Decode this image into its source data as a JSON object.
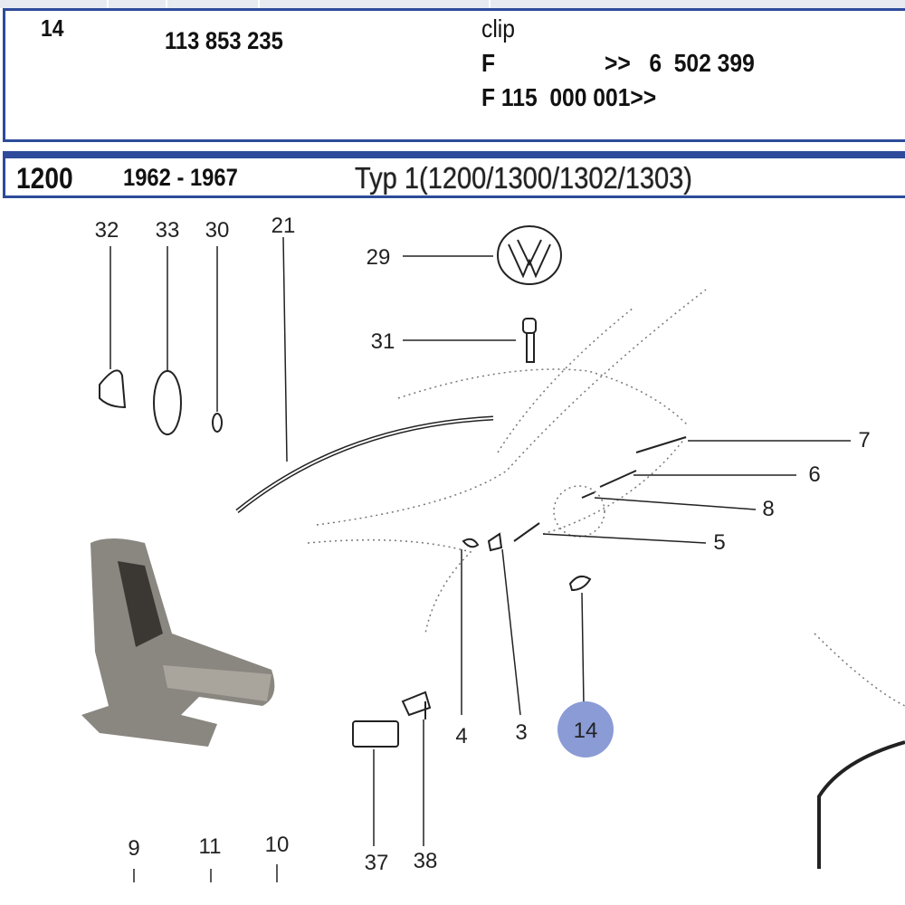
{
  "part_row": {
    "pos": "14",
    "part_number": "113 853 235",
    "description": "clip",
    "line2_prefix": "F",
    "line2_suffix": ">>   6  502 399",
    "line3": "F 115  000 001>>"
  },
  "model_row": {
    "model": "1200",
    "years": "1962 - 1967",
    "type": "Typ 1(1200/1300/1302/1303)"
  },
  "diagram": {
    "labels": [
      "32",
      "33",
      "30",
      "21",
      "29",
      "31",
      "7",
      "6",
      "8",
      "5",
      "4",
      "3",
      "14",
      "37",
      "38",
      "9",
      "11",
      "10"
    ],
    "highlight": "14",
    "highlight_color": "#8a9bd6",
    "border_color": "#2d4b9a"
  }
}
